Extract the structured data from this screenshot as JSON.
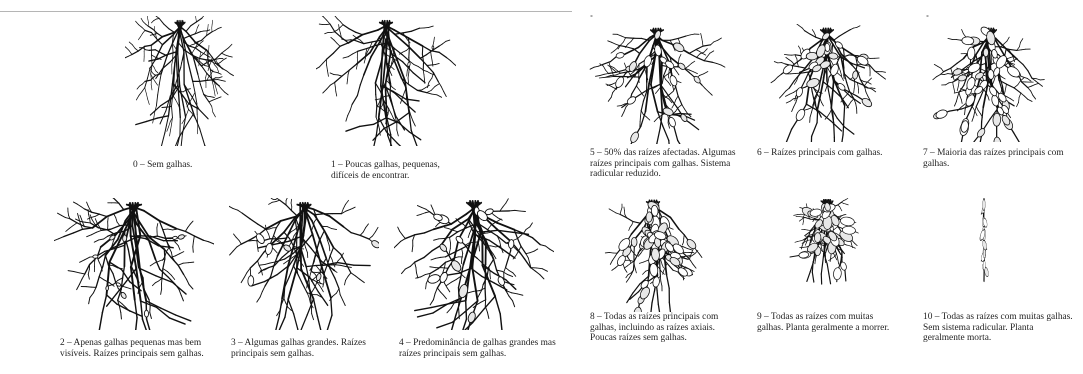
{
  "stages": [
    {
      "id": 0,
      "caption": "0 – Sem galhas.",
      "galls": 0,
      "gall_size": 0,
      "reduction": 0
    },
    {
      "id": 1,
      "caption": "1 – Poucas galhas, pequenas, difíceis de encontrar.",
      "galls": 3,
      "gall_size": 1.2,
      "reduction": 0
    },
    {
      "id": 2,
      "caption": "2 – Apenas galhas pequenas mas bem visíveis. Raízes principais sem galhas.",
      "galls": 9,
      "gall_size": 1.8,
      "reduction": 0
    },
    {
      "id": 3,
      "caption": "3 – Algumas galhas grandes. Raízes principais sem galhas.",
      "galls": 7,
      "gall_size": 3,
      "reduction": 0
    },
    {
      "id": 4,
      "caption": "4 – Predominância de galhas grandes mas raízes principais sem galhas.",
      "galls": 14,
      "gall_size": 3.4,
      "reduction": 0
    },
    {
      "id": 5,
      "caption": "5 – 50% das raízes afectadas. Algumas raízes principais com galhas. Sistema radicular reduzido.",
      "galls": 18,
      "gall_size": 3.4,
      "reduction": 0.1
    },
    {
      "id": 6,
      "caption": "6 – Raízes principais com galhas.",
      "galls": 22,
      "gall_size": 3.8,
      "reduction": 0.15
    },
    {
      "id": 7,
      "caption": "7 – Maioria das raízes principais com galhas.",
      "galls": 40,
      "gall_size": 4,
      "reduction": 0.15
    },
    {
      "id": 8,
      "caption": "8 – Todas as raízes principais com galhas, incluindo as raízes axiais. Poucas raízes sem galhas.",
      "galls": 55,
      "gall_size": 4.2,
      "reduction": 0.2
    },
    {
      "id": 9,
      "caption": "9 – Todas as raízes com muitas galhas. Planta geralmente a morrer.",
      "galls": 40,
      "gall_size": 4.6,
      "reduction": 0.45
    },
    {
      "id": 10,
      "caption": "10 – Todas as raízes com muitas galhas. Sem sistema radicular. Planta geralmente morta.",
      "galls": 18,
      "gall_size": 4.2,
      "reduction": 0.85
    }
  ]
}
